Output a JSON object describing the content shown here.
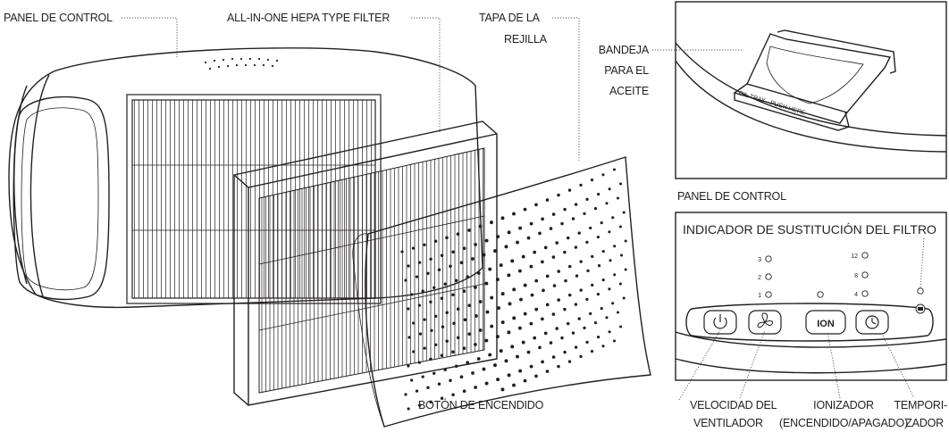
{
  "labels": {
    "panel_control_top": "PANEL DE CONTROL",
    "hepa_filter": "ALL-IN-ONE HEPA TYPE FILTER",
    "grille_cover": [
      "TAPA DE LA",
      "REJILLA"
    ],
    "oil_tray": [
      "BANDEJA",
      "PARA EL",
      "ACEITE"
    ],
    "oil_tray_print": "OIL TRAY · PUSH HERE",
    "panel_control_section": "PANEL DE CONTROL",
    "filter_indicator": "INDICADOR DE SUSTITUCIÓN DEL FILTRO",
    "power_button": "BOTÓN DE ENCENDIDO",
    "fan_speed": [
      "VELOCIDAD DEL",
      "VENTILADOR"
    ],
    "ionizer": [
      "IONIZADOR",
      "(ENCENDIDO/APAGADO)"
    ],
    "timer": [
      "TEMPORI-",
      "ZADOR"
    ]
  },
  "control_panel": {
    "speed_levels": [
      "3",
      "2",
      "1"
    ],
    "timer_levels": [
      "12",
      "8",
      "4"
    ],
    "ion_label": "ION"
  },
  "icons": [
    "power-icon",
    "fan-icon",
    "clock-icon",
    "filter-icon"
  ]
}
